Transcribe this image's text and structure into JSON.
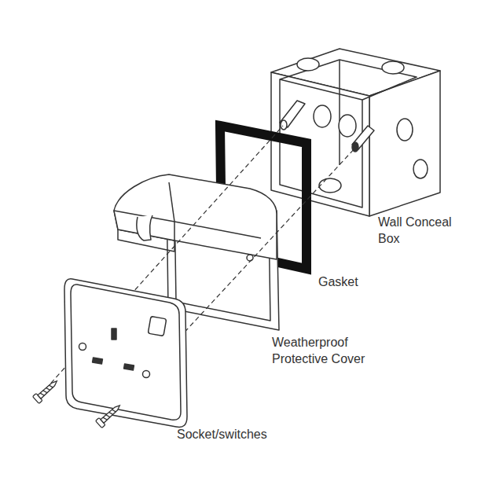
{
  "diagram": {
    "labels": [
      "Wall Conceal Box",
      "Gasket",
      "Weatherproof Protective Cover",
      "Socket/switches"
    ]
  }
}
